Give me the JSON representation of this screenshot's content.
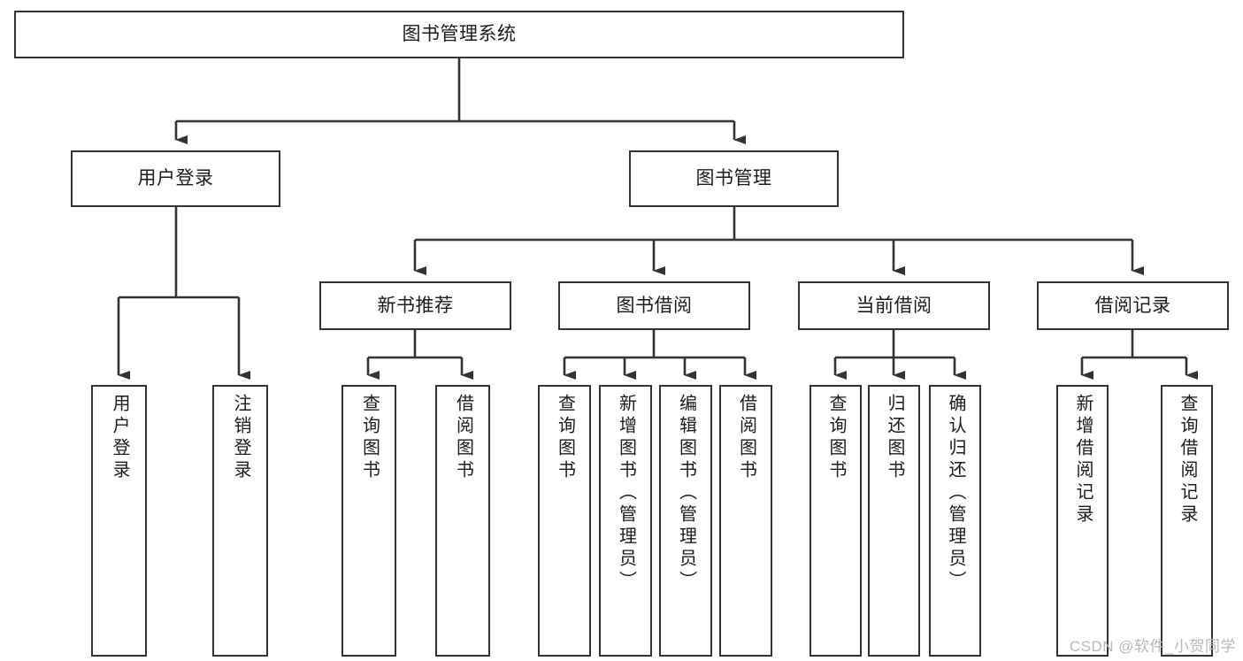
{
  "diagram": {
    "type": "tree-hierarchy-chart",
    "title_text": "图书管理系统",
    "colors": {
      "background": "#ffffff",
      "box_border": "#333333",
      "box_fill": "#ffffff",
      "text": "#1b1b1b",
      "connector": "#333333",
      "watermark": "#b9b9b9"
    },
    "root": {
      "label": "图书管理系统"
    },
    "level1": [
      {
        "label": "用户登录"
      },
      {
        "label": "图书管理"
      }
    ],
    "level2": [
      {
        "label": "新书推荐"
      },
      {
        "label": "图书借阅"
      },
      {
        "label": "当前借阅"
      },
      {
        "label": "借阅记录"
      }
    ],
    "leaves": {
      "user_login": [
        {
          "label": "用户登录"
        },
        {
          "label": "注销登录"
        }
      ],
      "new_book_recommend": [
        {
          "label": "查询图书"
        },
        {
          "label": "借阅图书"
        }
      ],
      "book_borrow": [
        {
          "label": "查询图书"
        },
        {
          "label": "新增图书（管理员）"
        },
        {
          "label": "编辑图书（管理员）"
        },
        {
          "label": "借阅图书"
        }
      ],
      "current_borrow": [
        {
          "label": "查询图书"
        },
        {
          "label": "归还图书"
        },
        {
          "label": "确认归还（管理员）"
        }
      ],
      "borrow_record": [
        {
          "label": "新增借阅记录"
        },
        {
          "label": "查询借阅记录"
        }
      ]
    }
  },
  "watermark": {
    "text": "CSDN @软件_小贺同学"
  }
}
